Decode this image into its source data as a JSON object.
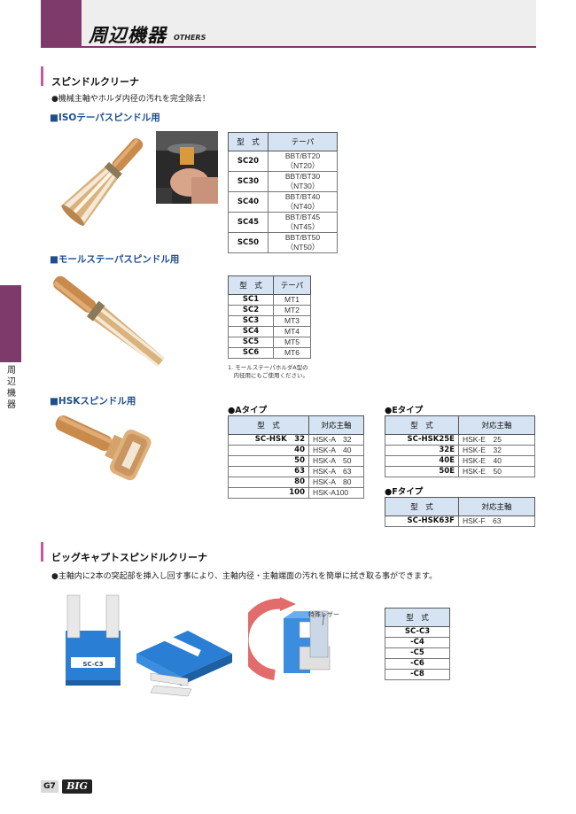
{
  "header": {
    "title": "周辺機器",
    "subtitle": "OTHERS"
  },
  "side_tab": {
    "label": "周辺機器"
  },
  "section1": {
    "title": "スピンドルクリーナ",
    "bullet": "●機械主軸やホルダ内径の汚れを完全除去！",
    "iso": {
      "title": "■ISOテーパスピンドル用",
      "headers": [
        "型　式",
        "テーパ"
      ],
      "rows": [
        [
          "SC20",
          "BBT/BT20（NT20）"
        ],
        [
          "SC30",
          "BBT/BT30（NT30）"
        ],
        [
          "SC40",
          "BBT/BT40（NT40）"
        ],
        [
          "SC45",
          "BBT/BT45（NT45）"
        ],
        [
          "SC50",
          "BBT/BT50（NT50）"
        ]
      ]
    },
    "morse": {
      "title": "■モールステーパスピンドル用",
      "headers": [
        "型　式",
        "テーパ"
      ],
      "rows": [
        [
          "SC1",
          "MT1"
        ],
        [
          "SC2",
          "MT2"
        ],
        [
          "SC3",
          "MT3"
        ],
        [
          "SC4",
          "MT4"
        ],
        [
          "SC5",
          "MT5"
        ],
        [
          "SC6",
          "MT6"
        ]
      ],
      "note_line1": "1. モールステーパホルダA型の",
      "note_line2": "　内径用にもご使用ください。"
    },
    "hsk": {
      "title": "■HSKスピンドル用",
      "a_type": {
        "label": "●Aタイプ",
        "headers": [
          "型　式",
          "対応主軸"
        ],
        "rows": [
          [
            "SC-HSK　32",
            "HSK-A　32"
          ],
          [
            "40",
            "HSK-A　40"
          ],
          [
            "50",
            "HSK-A　50"
          ],
          [
            "63",
            "HSK-A　63"
          ],
          [
            "80",
            "HSK-A　80"
          ],
          [
            "100",
            "HSK-A100"
          ]
        ]
      },
      "e_type": {
        "label": "●Eタイプ",
        "headers": [
          "型　式",
          "対応主軸"
        ],
        "rows": [
          [
            "SC-HSK25E",
            "HSK-E　25"
          ],
          [
            "32E",
            "HSK-E　32"
          ],
          [
            "40E",
            "HSK-E　40"
          ],
          [
            "50E",
            "HSK-E　50"
          ]
        ]
      },
      "f_type": {
        "label": "●Fタイプ",
        "headers": [
          "型　式",
          "対応主軸"
        ],
        "rows": [
          [
            "SC-HSK63F",
            "HSK-F　63"
          ]
        ]
      }
    }
  },
  "section2": {
    "title": "ビッグキャプトスピンドルクリーナ",
    "bullet": "●主軸内に2本の突起部を挿入し回す事により、主軸内径・主軸端面の汚れを簡単に拭き取る事ができます。",
    "product_label": "SC-C3",
    "diagram_label": "特殊レザー",
    "table": {
      "header": "型　式",
      "rows": [
        "SC-C3",
        "-C4",
        "-C5",
        "-C6",
        "-C8"
      ]
    }
  },
  "footer": {
    "page": "G7",
    "logo": "BIG"
  },
  "colors": {
    "accent": "#7d3a6a",
    "section_bar": "#c35aa0",
    "table_header": "#d5e3f3",
    "product_blue": "#2a7fd4",
    "wood": "#c98b4c"
  }
}
